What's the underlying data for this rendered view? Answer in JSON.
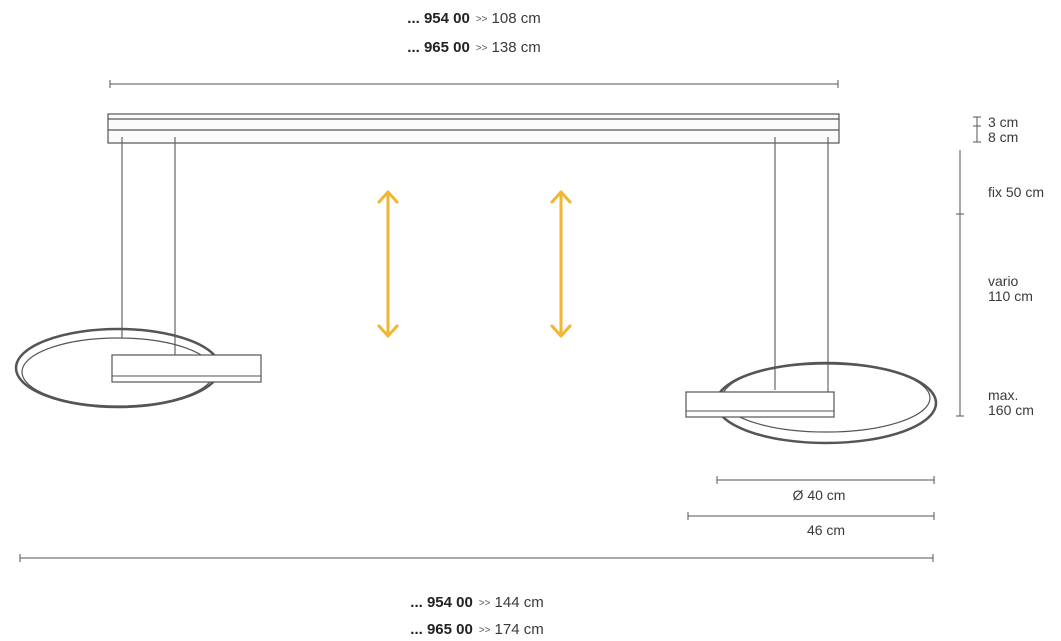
{
  "top_sizes": [
    {
      "model": "... 954 00",
      "sep": ">>",
      "value": "108 cm"
    },
    {
      "model": "... 965 00",
      "sep": ">>",
      "value": "138 cm"
    }
  ],
  "bottom_sizes": [
    {
      "model": "... 954 00",
      "sep": ">>",
      "value": "144 cm"
    },
    {
      "model": "... 965 00",
      "sep": ">>",
      "value": "174 cm"
    }
  ],
  "right_labels": {
    "top_thickness": "3 cm",
    "canopy_height": "8 cm",
    "fixed": "fix 50 cm",
    "vario_label": "vario",
    "vario_value": "110 cm",
    "max_label": "max.",
    "max_value": "160 cm"
  },
  "ring_dims": {
    "diameter": "Ø 40 cm",
    "overall": "46 cm"
  },
  "colors": {
    "line": "#555555",
    "arrow": "#f2b632",
    "text": "#3a3a3a"
  },
  "icons": [
    "double-arrow-icon"
  ]
}
